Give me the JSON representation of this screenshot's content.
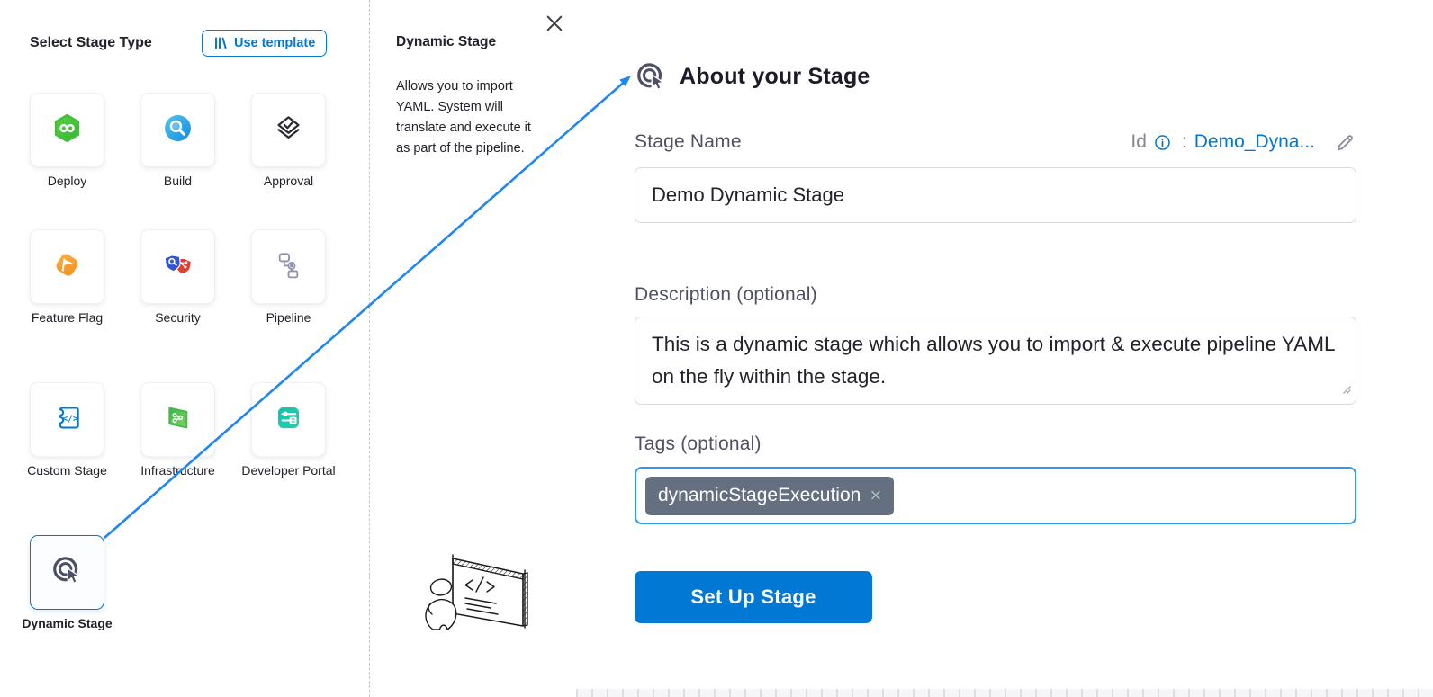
{
  "left_panel": {
    "title": "Select Stage Type",
    "use_template_label": "Use template",
    "stages": [
      {
        "label": "Deploy",
        "icon": "deploy-icon",
        "selected": false
      },
      {
        "label": "Build",
        "icon": "build-icon",
        "selected": false
      },
      {
        "label": "Approval",
        "icon": "approval-icon",
        "selected": false
      },
      {
        "label": "Feature Flag",
        "icon": "feature-flag-icon",
        "selected": false
      },
      {
        "label": "Security",
        "icon": "security-icon",
        "selected": false
      },
      {
        "label": "Pipeline",
        "icon": "pipeline-icon",
        "selected": false
      },
      {
        "label": "Custom Stage",
        "icon": "custom-stage-icon",
        "selected": false
      },
      {
        "label": "Infrastructure",
        "icon": "infrastructure-icon",
        "selected": false
      },
      {
        "label": "Developer Portal",
        "icon": "developer-portal-icon",
        "selected": false
      },
      {
        "label": "Dynamic Stage",
        "icon": "dynamic-stage-icon",
        "selected": true
      }
    ]
  },
  "info_panel": {
    "title": "Dynamic Stage",
    "description": "Allows you to import YAML. System will translate and execute it as part of the pipeline.",
    "close_icon": "close-icon"
  },
  "form_panel": {
    "title": "About your Stage",
    "title_icon": "dynamic-stage-icon",
    "stage_name": {
      "label": "Stage Name",
      "value": "Demo Dynamic Stage"
    },
    "identifier": {
      "label": "Id",
      "colon": ":",
      "value": "Demo_Dyna...",
      "info_icon": "info-icon",
      "edit_icon": "pencil-icon"
    },
    "description": {
      "label": "Description (optional)",
      "value": "This is a dynamic stage which allows you to import & execute pipeline YAML on the fly within the stage."
    },
    "tags": {
      "label": "Tags (optional)",
      "chips": [
        {
          "text": "dynamicStageExecution",
          "remove_label": "×"
        }
      ]
    },
    "submit_label": "Set Up Stage"
  },
  "colors": {
    "primary_blue": "#0278D5",
    "arrow_blue": "#2086F0",
    "focus_border": "#2E9BF0",
    "chip_bg": "#64707F",
    "label_gray": "#4F5162",
    "icon_slate": "#4D4F67"
  }
}
